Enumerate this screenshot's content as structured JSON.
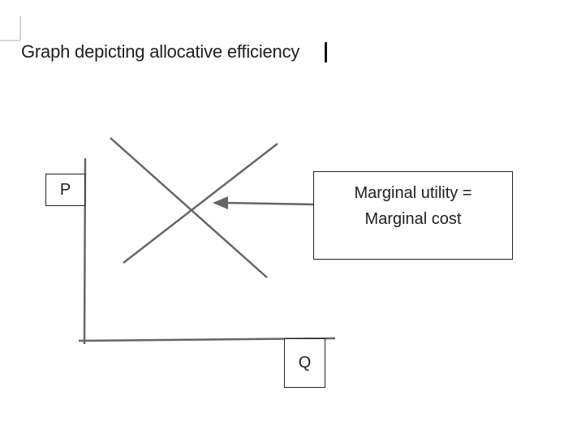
{
  "document": {
    "title": "Graph depicting allocative efficiency"
  },
  "graph": {
    "y_axis_label": "P",
    "x_axis_label": "Q",
    "annotation_line1": "Marginal utility =",
    "annotation_line2": "Marginal cost",
    "line_color": "#666666"
  }
}
